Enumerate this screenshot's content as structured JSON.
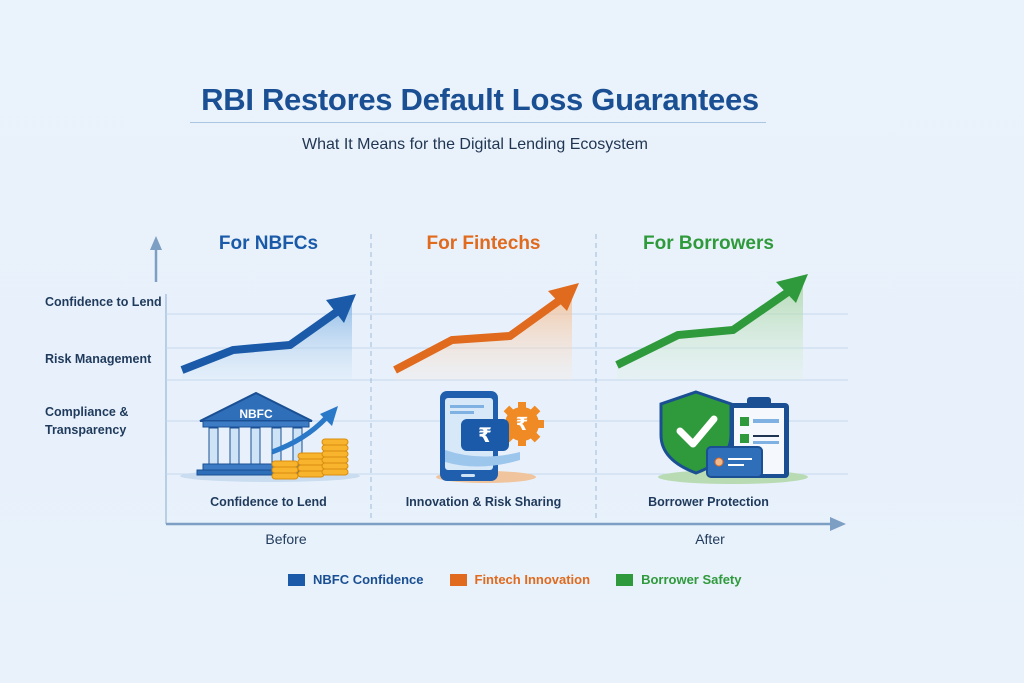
{
  "header": {
    "title": "RBI Restores Default Loss Guarantees",
    "subtitle": "What It Means for the Digital Lending Ecosystem"
  },
  "y_axis": {
    "labels": [
      "Confidence to Lend",
      "Risk Management",
      "Compliance &",
      "Transparency"
    ]
  },
  "columns": [
    {
      "heading": "For NBFCs",
      "color": "#1a5aa8",
      "icon": "bank-building-coins-icon",
      "badge": "NBFC",
      "caption": "Confidence to Lend"
    },
    {
      "heading": "For Fintechs",
      "color": "#e06a1e",
      "icon": "smartphone-rupee-gear-icon",
      "badge": "₹",
      "caption": "Innovation & Risk Sharing"
    },
    {
      "heading": "For Borrowers",
      "color": "#2f9a3c",
      "icon": "shield-check-clipboard-icon",
      "badge": "",
      "caption": "Borrower Protection"
    }
  ],
  "x_axis": {
    "start_label": "Before",
    "end_label": "After"
  },
  "legend": [
    {
      "label": "NBFC Confidence",
      "color": "#1a5aa8"
    },
    {
      "label": "Fintech Innovation",
      "color": "#e06a1e"
    },
    {
      "label": "Borrower Safety",
      "color": "#2f9a3c"
    }
  ],
  "chart_data": {
    "type": "line",
    "title": "RBI Restores Default Loss Guarantees",
    "subtitle": "What It Means for the Digital Lending Ecosystem",
    "xlabel": "Before → After",
    "ylabel": "",
    "y_tick_labels": [
      "Compliance & Transparency",
      "Risk Management",
      "Confidence to Lend"
    ],
    "x": [
      1,
      2,
      3,
      4
    ],
    "series": [
      {
        "name": "NBFC Confidence",
        "panel": "For NBFCs",
        "values": [
          1.0,
          1.5,
          1.65,
          2.7
        ]
      },
      {
        "name": "Fintech Innovation",
        "panel": "For Fintechs",
        "values": [
          1.0,
          1.5,
          1.65,
          2.7
        ]
      },
      {
        "name": "Borrower Safety",
        "panel": "For Borrowers",
        "values": [
          1.0,
          1.5,
          1.65,
          2.7
        ]
      }
    ],
    "grid": true,
    "legend_position": "bottom"
  }
}
